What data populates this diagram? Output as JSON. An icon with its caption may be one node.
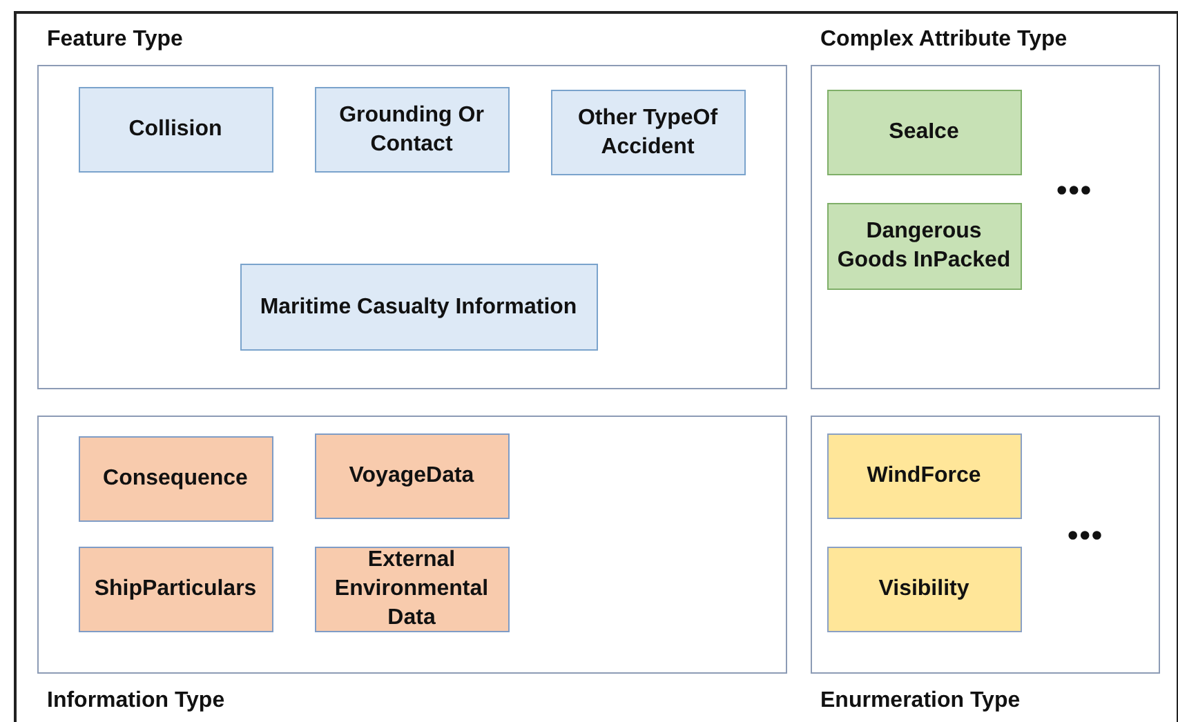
{
  "diagram": {
    "nodes": [
      {
        "text": [
          "Feature Type"
        ]
      },
      {
        "text": [
          "Collision"
        ],
        "in": 0
      },
      {
        "text": [
          "Grounding Or Contact"
        ],
        "in": 0
      },
      {
        "text": [
          "Other TypeOf Accident"
        ],
        "in": 0
      },
      {
        "text": [
          "Maritime Casualty Information"
        ],
        "in": 0
      },
      {
        "text": [
          "Complex Attribute Type"
        ]
      },
      {
        "text": [
          "SeaIce"
        ],
        "in": 5
      },
      {
        "text": [
          "Dangerous Goods InPacked"
        ],
        "in": 5
      },
      {
        "text": [
          "Information Type"
        ]
      },
      {
        "text": [
          "Consequence"
        ],
        "in": 8
      },
      {
        "text": [
          "VoyageData"
        ],
        "in": 8
      },
      {
        "text": [
          "ShipParticulars"
        ],
        "in": 8
      },
      {
        "text": [
          "External Environmental Data"
        ],
        "in": 8
      },
      {
        "text": [
          "Enurmeration Type"
        ]
      },
      {
        "text": [
          "WindForce"
        ],
        "in": 13
      },
      {
        "text": [
          "Visibility"
        ],
        "in": 13
      }
    ],
    "labels": [
      "•••",
      "•••"
    ]
  }
}
